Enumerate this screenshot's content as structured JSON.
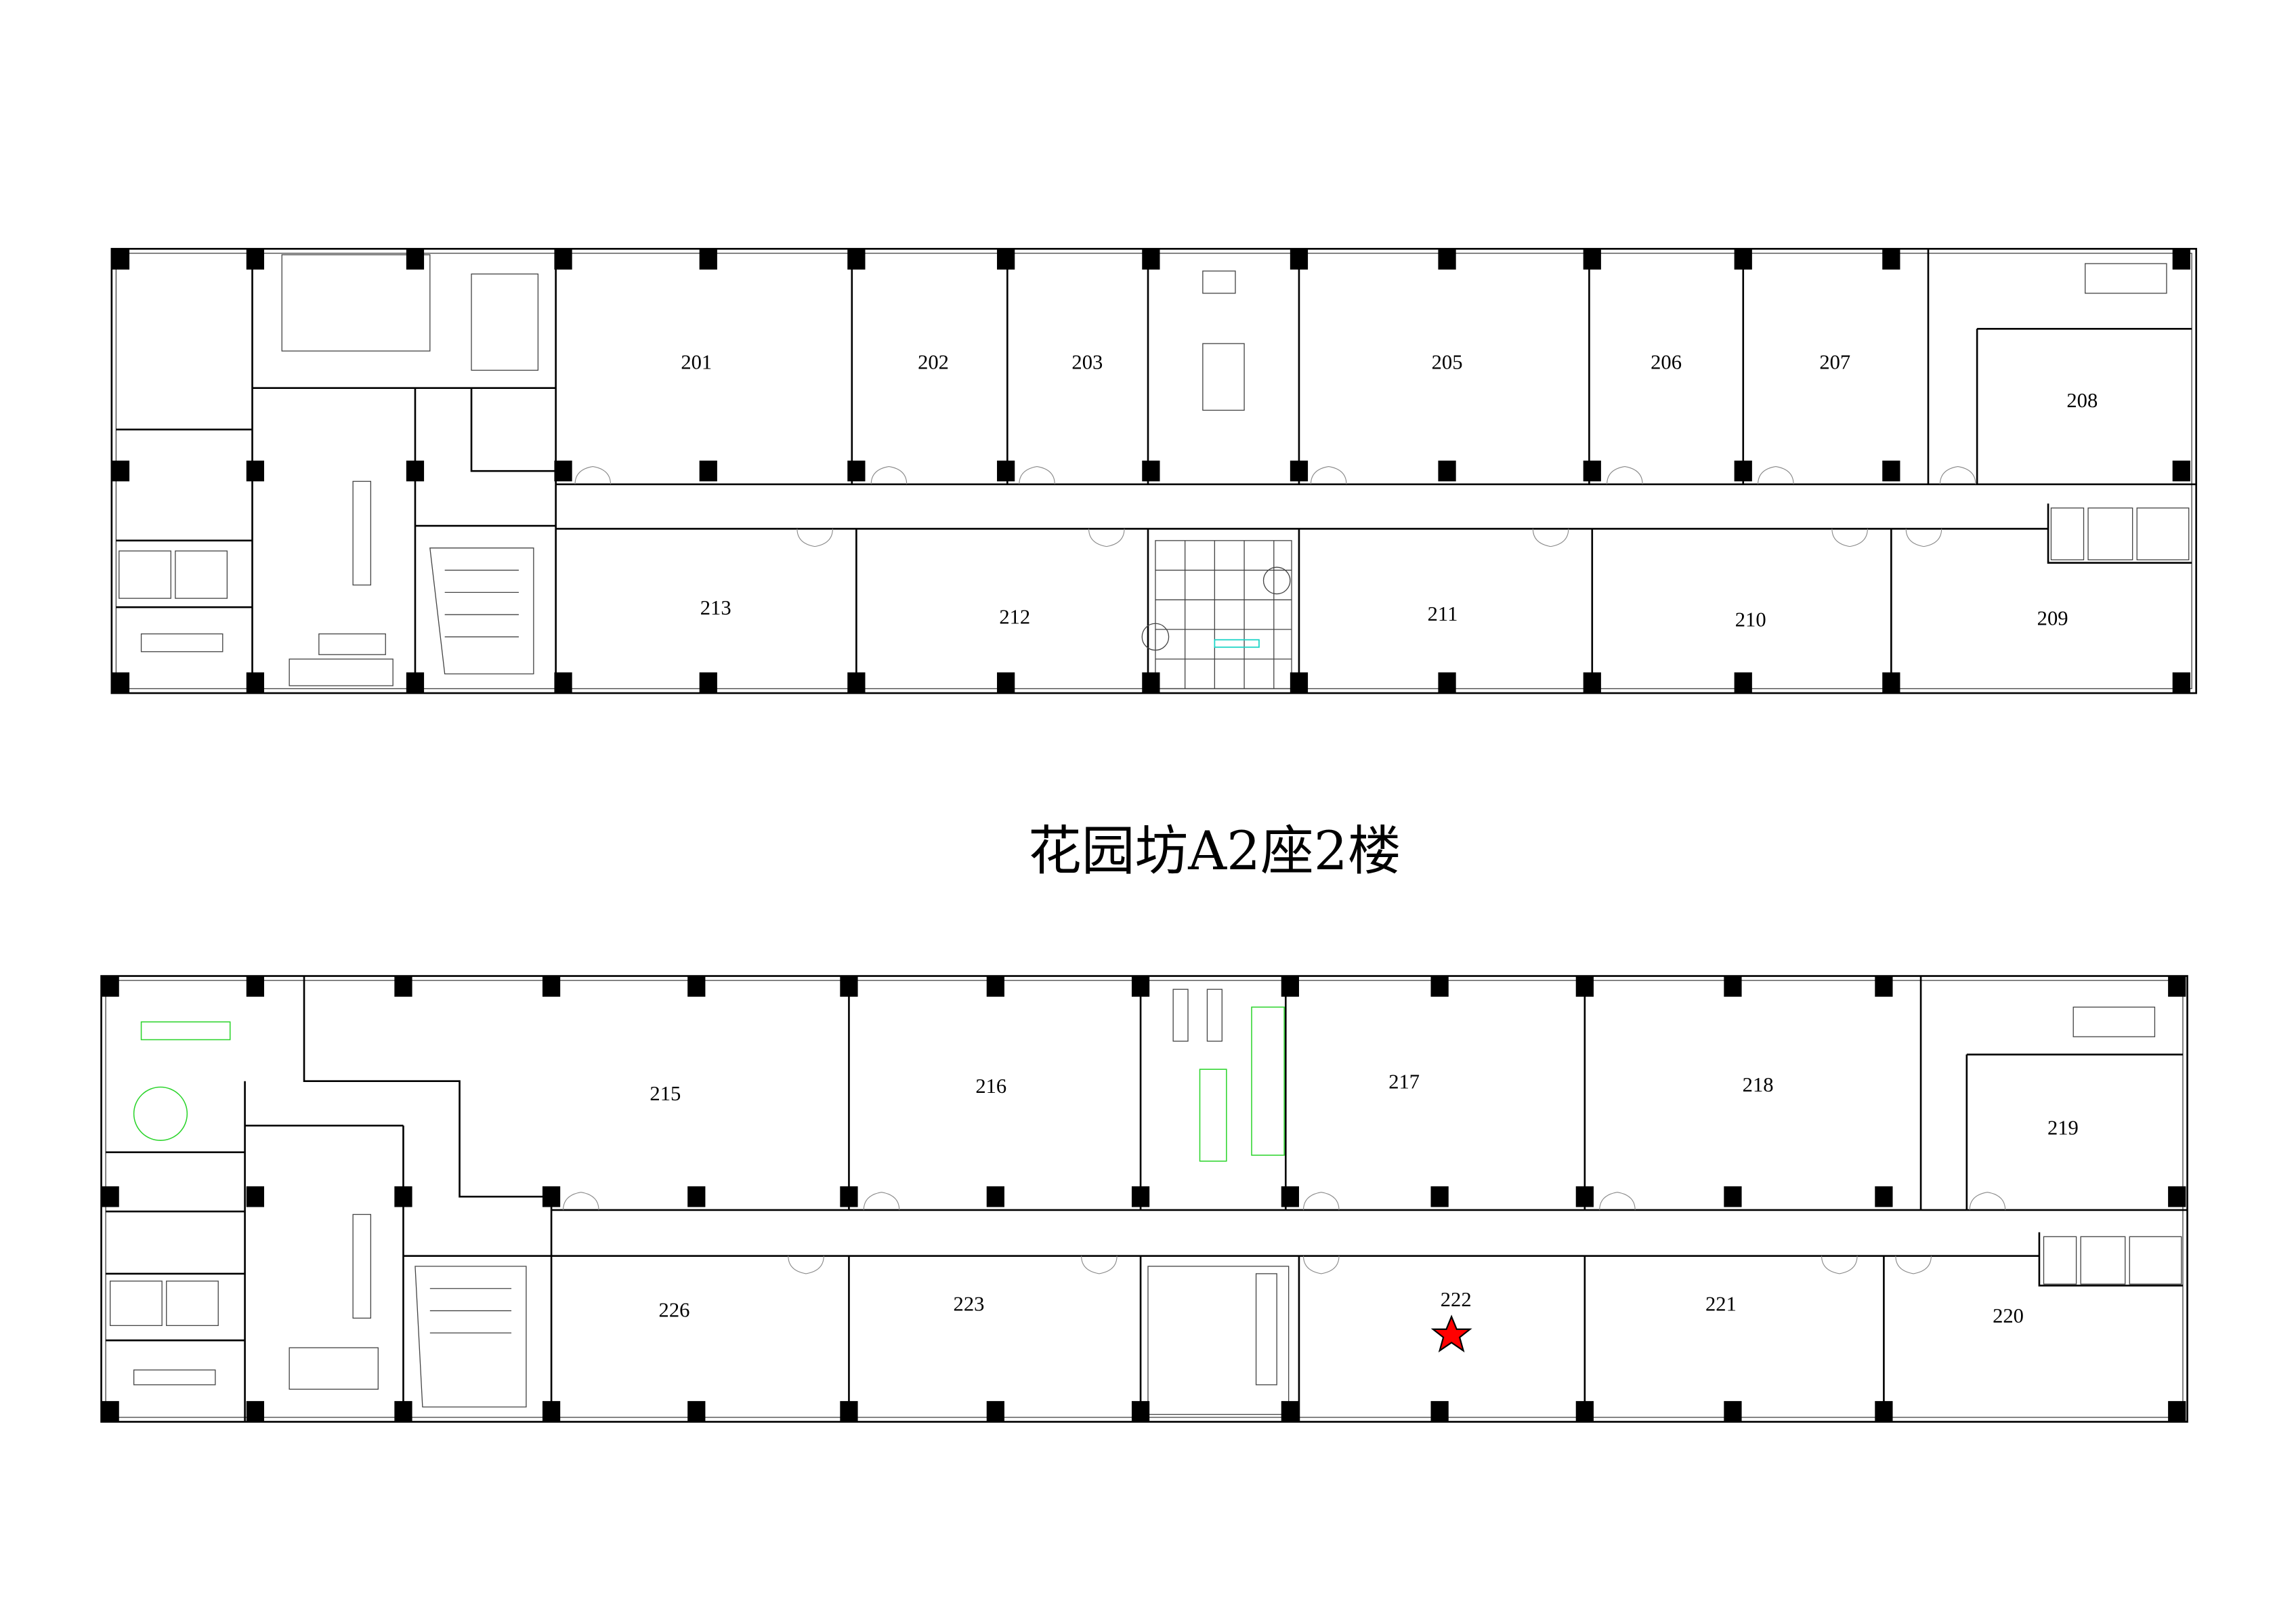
{
  "title": "花园坊A2座2楼",
  "top_plan": {
    "rooms": [
      "201",
      "202",
      "203",
      "205",
      "206",
      "207",
      "208",
      "213",
      "212",
      "211",
      "210",
      "209"
    ]
  },
  "bottom_plan": {
    "rooms": [
      "215",
      "216",
      "217",
      "218",
      "219",
      "226",
      "223",
      "222",
      "221",
      "220"
    ]
  },
  "marker": {
    "room": "222",
    "icon": "star-icon",
    "color": "#ff0000"
  }
}
